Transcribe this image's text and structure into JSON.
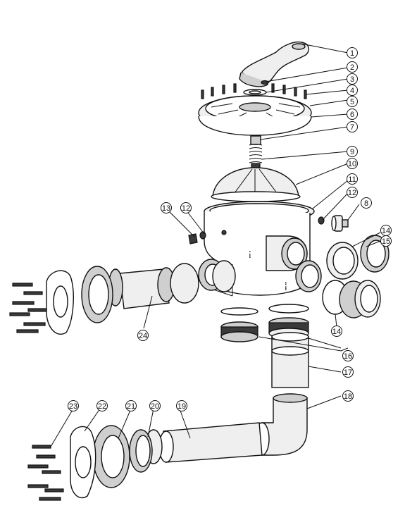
{
  "diagram": {
    "callouts": [
      {
        "id": "c1",
        "label": "1"
      },
      {
        "id": "c2",
        "label": "2"
      },
      {
        "id": "c3",
        "label": "3"
      },
      {
        "id": "c4",
        "label": "4"
      },
      {
        "id": "c5",
        "label": "5"
      },
      {
        "id": "c6",
        "label": "6"
      },
      {
        "id": "c7",
        "label": "7"
      },
      {
        "id": "c8",
        "label": "8"
      },
      {
        "id": "c9",
        "label": "9"
      },
      {
        "id": "c10",
        "label": "10"
      },
      {
        "id": "c11",
        "label": "11"
      },
      {
        "id": "c12a",
        "label": "12"
      },
      {
        "id": "c12b",
        "label": "12"
      },
      {
        "id": "c13",
        "label": "13"
      },
      {
        "id": "c14a",
        "label": "14"
      },
      {
        "id": "c14b",
        "label": "14"
      },
      {
        "id": "c15",
        "label": "15"
      },
      {
        "id": "c16",
        "label": "16"
      },
      {
        "id": "c17",
        "label": "17"
      },
      {
        "id": "c18",
        "label": "18"
      },
      {
        "id": "c19",
        "label": "19"
      },
      {
        "id": "c20",
        "label": "20"
      },
      {
        "id": "c21",
        "label": "21"
      },
      {
        "id": "c22",
        "label": "22"
      },
      {
        "id": "c23",
        "label": "23"
      },
      {
        "id": "c24",
        "label": "24"
      }
    ]
  }
}
